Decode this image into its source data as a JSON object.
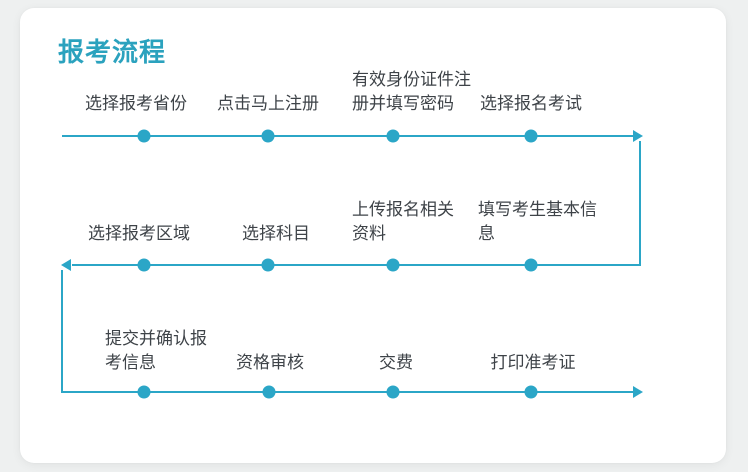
{
  "page": {
    "background": "#eef0f0"
  },
  "card": {
    "title": "报考流程",
    "title_color": "#2ba2be",
    "background": "#ffffff"
  },
  "flow": {
    "accent_color": "#2ba6c7",
    "text_color": "#3e4348",
    "rows": [
      {
        "direction": "left-to-right",
        "steps": [
          {
            "label": "选择报考省份"
          },
          {
            "label": "点击马上注册"
          },
          {
            "label": "有效身份证件注册并填写密码"
          },
          {
            "label": "选择报名考试"
          }
        ]
      },
      {
        "direction": "right-to-left",
        "steps": [
          {
            "label": "选择报考区域"
          },
          {
            "label": "选择科目"
          },
          {
            "label": "上传报名相关资料"
          },
          {
            "label": "填写考生基本信息"
          }
        ]
      },
      {
        "direction": "left-to-right",
        "steps": [
          {
            "label": "提交并确认报考信息"
          },
          {
            "label": "资格审核"
          },
          {
            "label": "交费"
          },
          {
            "label": "打印准考证"
          }
        ]
      }
    ]
  }
}
